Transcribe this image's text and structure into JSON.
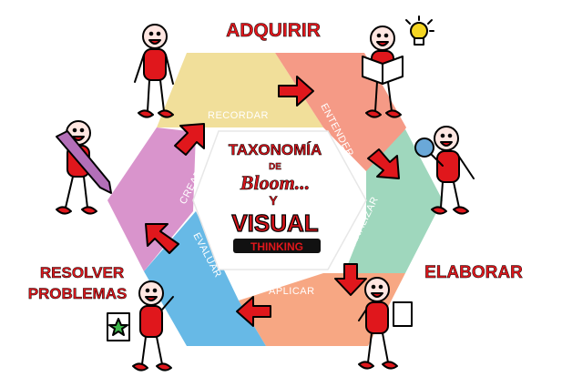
{
  "headings": {
    "top": "ADQUIRIR",
    "right": "ELABORAR",
    "left_line1": "RESOLVER",
    "left_line2": "PROBLEMAS"
  },
  "center": {
    "line1": "TAXONOMÍA",
    "line2": "DE",
    "line3": "Bloom...",
    "line4": "Y",
    "line5": "VISUAL",
    "line6": "THINKING"
  },
  "segments": [
    {
      "label": "RECORDAR",
      "color": "#f1df9a"
    },
    {
      "label": "ENTENDER",
      "color": "#f59a86"
    },
    {
      "label": "ANALIZAR",
      "color": "#9fd7bd"
    },
    {
      "label": "APLICAR",
      "color": "#f7a783"
    },
    {
      "label": "EVALUAR",
      "color": "#67b9e6"
    },
    {
      "label": "CREAR",
      "color": "#d994cc"
    }
  ],
  "colors": {
    "accent": "#e0171c",
    "arrow_fill": "#e0171c",
    "outline": "#000000",
    "figure_body": "#e0171c",
    "lightbulb": "#f5d623",
    "star": "#3db54a",
    "pencil": "#b36fb8",
    "magnifier": "#6aa8d8"
  },
  "icons": [
    "lightbulb-icon",
    "book-icon",
    "magnifier-icon",
    "pencil-icon",
    "star-paper-icon",
    "paper-icon"
  ]
}
